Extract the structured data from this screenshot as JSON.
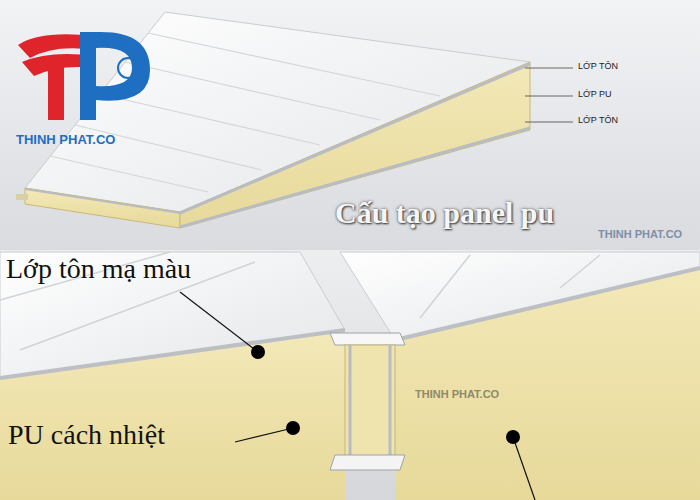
{
  "diagram": {
    "title": "Cấu tạo panel pu",
    "labels": [
      "THINH PHAT.CO",
      "LỚP TÔN",
      "LỚP PU",
      "LỚP TÔN",
      "Lớp tôn mạ màu",
      "PU cách nhiệt",
      "THINH PHAT.CO",
      "THINH PHAT.CO"
    ]
  }
}
